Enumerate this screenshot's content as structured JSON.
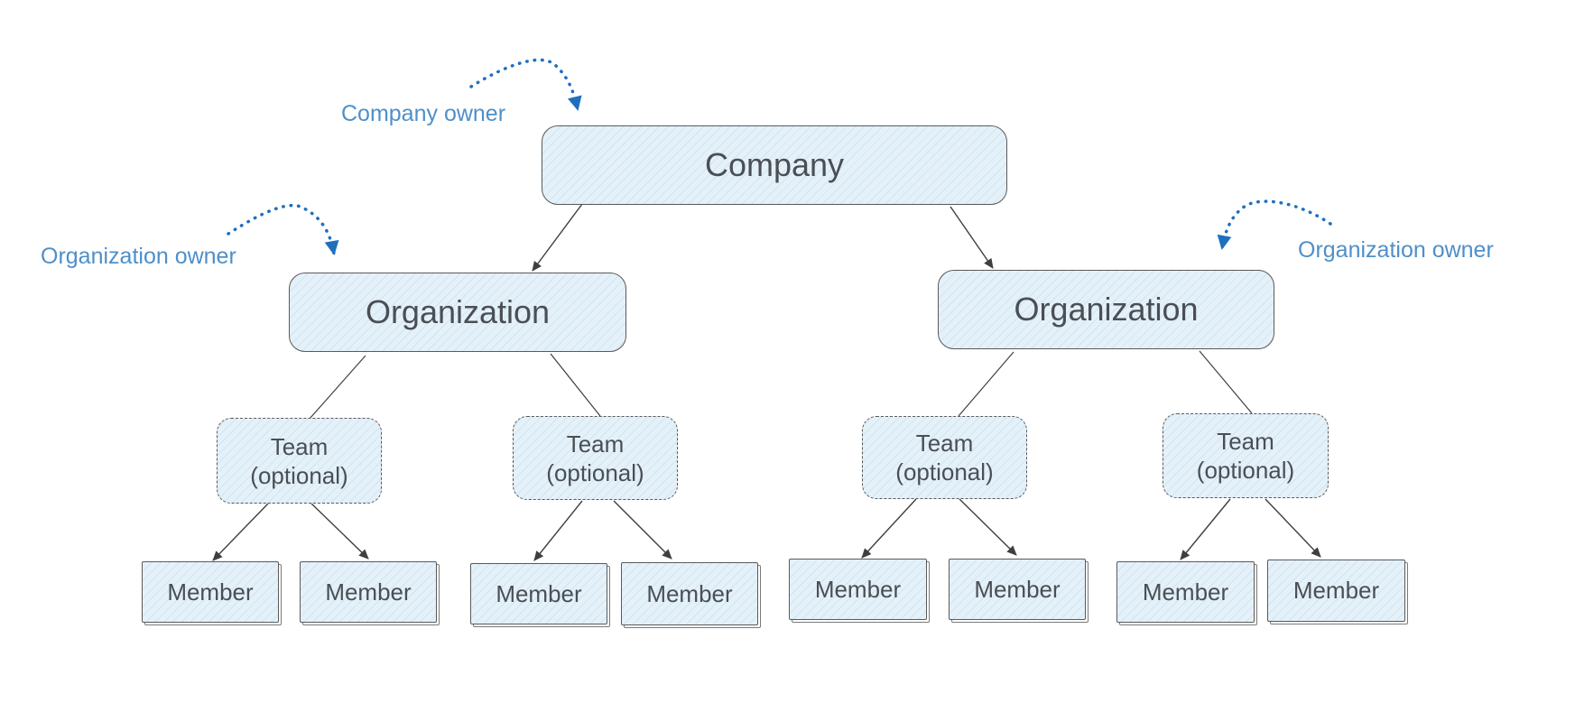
{
  "labels": {
    "company_owner": "Company owner",
    "org_owner_left": "Organization owner",
    "org_owner_right": "Organization owner"
  },
  "company": {
    "label": "Company"
  },
  "organizations": [
    {
      "label": "Organization"
    },
    {
      "label": "Organization"
    }
  ],
  "teams": [
    {
      "line1": "Team",
      "line2": "(optional)"
    },
    {
      "line1": "Team",
      "line2": "(optional)"
    },
    {
      "line1": "Team",
      "line2": "(optional)"
    },
    {
      "line1": "Team",
      "line2": "(optional)"
    }
  ],
  "members": [
    {
      "label": "Member"
    },
    {
      "label": "Member"
    },
    {
      "label": "Member"
    },
    {
      "label": "Member"
    },
    {
      "label": "Member"
    },
    {
      "label": "Member"
    },
    {
      "label": "Member"
    },
    {
      "label": "Member"
    }
  ],
  "colors": {
    "box_fill": "#e5f1f9",
    "box_stroke": "#5a5a5a",
    "annotation": "#4f8fc9",
    "annotation_arrow": "#1f6fbf",
    "text": "#4a4f55"
  }
}
